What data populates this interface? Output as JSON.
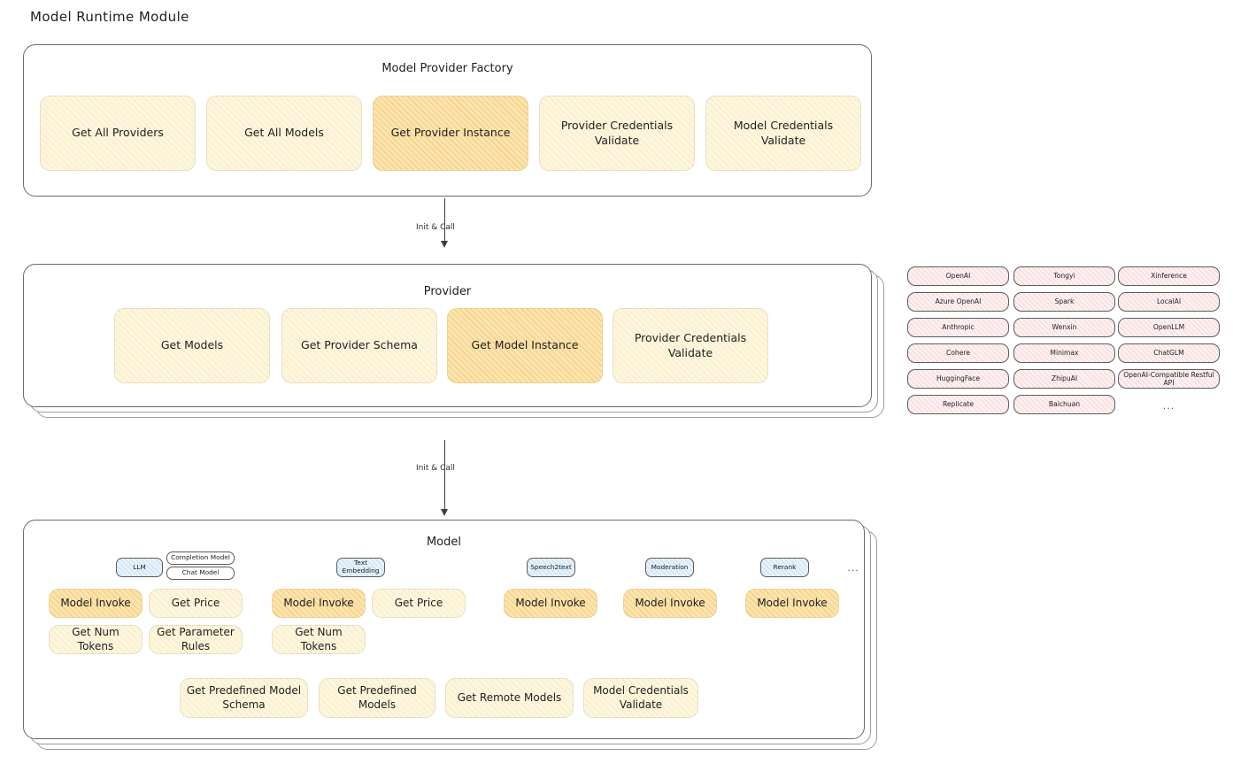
{
  "page": {
    "title": "Model Runtime Module"
  },
  "factory": {
    "title": "Model Provider Factory",
    "nodes": [
      {
        "label": "Get All Providers",
        "highlight": false
      },
      {
        "label": "Get All Models",
        "highlight": false
      },
      {
        "label": "Get Provider Instance",
        "highlight": true
      },
      {
        "label": "Provider Credentials Validate",
        "highlight": false
      },
      {
        "label": "Model Credentials Validate",
        "highlight": false
      }
    ]
  },
  "arrows": [
    {
      "label": "Init & Call"
    },
    {
      "label": "Init & Call"
    }
  ],
  "provider": {
    "title": "Provider",
    "nodes": [
      {
        "label": "Get Models",
        "highlight": false
      },
      {
        "label": "Get Provider Schema",
        "highlight": false
      },
      {
        "label": "Get Model Instance",
        "highlight": true
      },
      {
        "label": "Provider Credentials Validate",
        "highlight": false
      }
    ]
  },
  "provider_list": {
    "columns": [
      [
        "OpenAI",
        "Azure OpenAI",
        "Anthropic",
        "Cohere",
        "HuggingFace",
        "Replicate"
      ],
      [
        "Tongyi",
        "Spark",
        "Wenxin",
        "Minimax",
        "ZhipuAI",
        "Baichuan"
      ],
      [
        "Xinference",
        "LocalAI",
        "OpenLLM",
        "ChatGLM",
        "OpenAI-Compatible Restful API"
      ]
    ],
    "more": "..."
  },
  "model": {
    "title": "Model",
    "more": "...",
    "types": [
      {
        "badge": "LLM",
        "sub_badges": [
          "Completion Model",
          "Chat Model"
        ],
        "nodes": [
          {
            "label": "Model Invoke",
            "highlight": true
          },
          {
            "label": "Get Price",
            "highlight": false
          },
          {
            "label": "Get Num Tokens",
            "highlight": false
          },
          {
            "label": "Get Parameter Rules",
            "highlight": false
          }
        ]
      },
      {
        "badge": "Text Embedding",
        "sub_badges": [],
        "nodes": [
          {
            "label": "Model Invoke",
            "highlight": true
          },
          {
            "label": "Get Price",
            "highlight": false
          },
          {
            "label": "Get Num Tokens",
            "highlight": false
          }
        ]
      },
      {
        "badge": "Speech2text",
        "sub_badges": [],
        "nodes": [
          {
            "label": "Model Invoke",
            "highlight": true
          }
        ]
      },
      {
        "badge": "Moderation",
        "sub_badges": [],
        "nodes": [
          {
            "label": "Model Invoke",
            "highlight": true
          }
        ]
      },
      {
        "badge": "Rerank",
        "sub_badges": [],
        "nodes": [
          {
            "label": "Model Invoke",
            "highlight": true
          }
        ]
      }
    ],
    "common_nodes": [
      {
        "label": "Get Predefined Model Schema"
      },
      {
        "label": "Get Predefined Models"
      },
      {
        "label": "Get Remote Models"
      },
      {
        "label": "Model Credentials Validate"
      }
    ]
  },
  "colors": {
    "node_fill": "#fdf6df",
    "node_highlight_fill": "#fbe4b0",
    "chip_fill": "#fdf0f0",
    "badge_fill": "#e8f2fb",
    "stroke": "#1e1e1e"
  }
}
